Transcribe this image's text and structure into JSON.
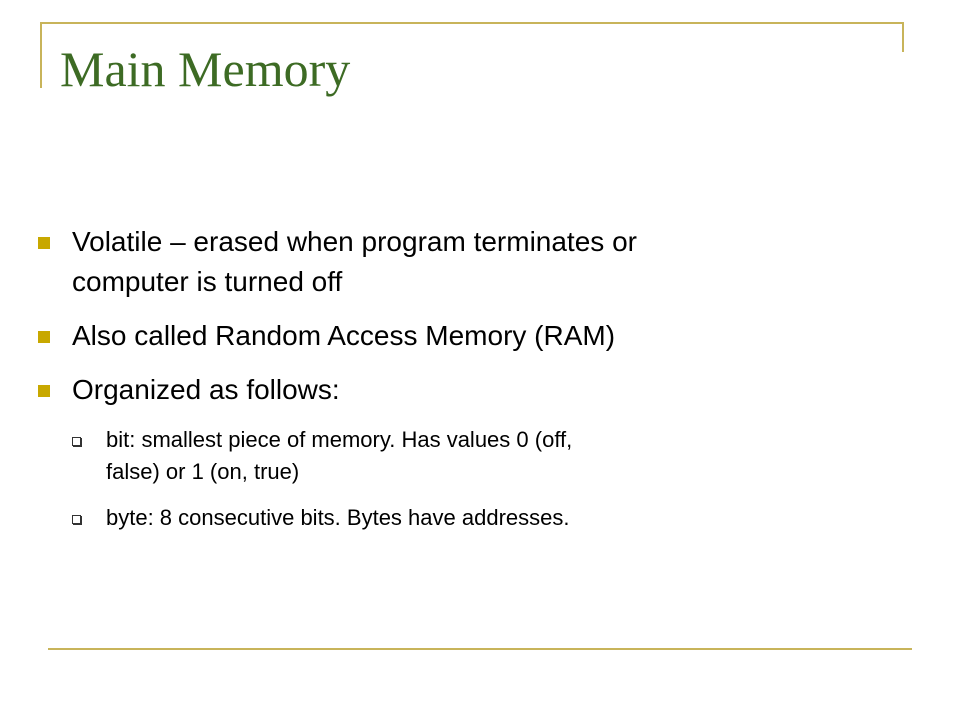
{
  "slide": {
    "title": "Main Memory",
    "bullets": [
      {
        "lines": [
          "Volatile – erased when program terminates or",
          "computer is turned off"
        ]
      },
      {
        "lines": [
          "Also called Random Access Memory (RAM)"
        ]
      },
      {
        "lines": [
          "Organized as follows:"
        ]
      }
    ],
    "sub_bullets": [
      {
        "lines": [
          "bit: smallest piece of memory.  Has values 0 (off,",
          "false) or 1 (on, true)"
        ]
      },
      {
        "lines": [
          "byte: 8 consecutive bits. Bytes have addresses."
        ]
      }
    ]
  },
  "colors": {
    "title": "#3d6b24",
    "frame": "#c8b45a",
    "bullet": "#c8a800",
    "text": "#000000"
  }
}
